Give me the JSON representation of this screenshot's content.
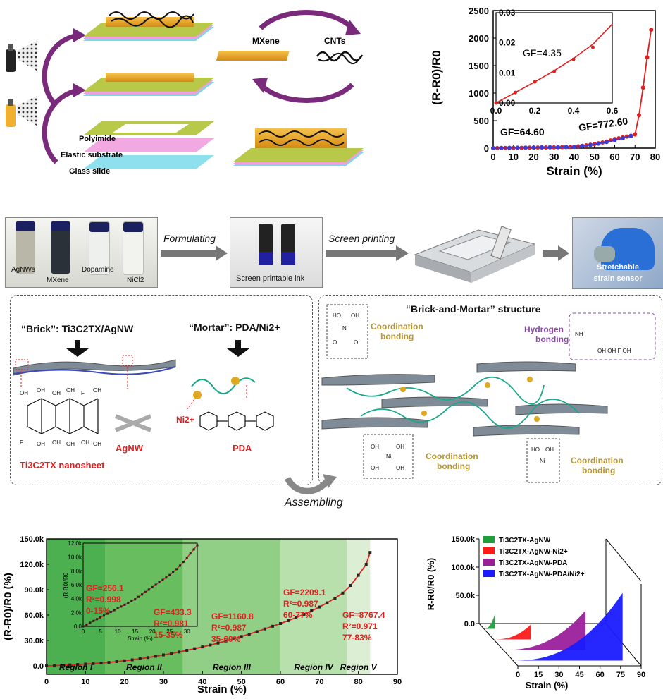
{
  "top": {
    "layer_labels": [
      "Polyimide",
      "Elastic  substrate",
      "Glass slide"
    ],
    "material_labels": [
      "MXene",
      "CNTs"
    ]
  },
  "top_chart": {
    "chart_data": {
      "type": "scatter",
      "xlabel": "Strain (%)",
      "ylabel": "(R-R0)/R0",
      "xlim": [
        0,
        80
      ],
      "ylim": [
        0,
        2500
      ],
      "xticks": [
        "0",
        "10",
        "20",
        "30",
        "40",
        "50",
        "60",
        "70",
        "80"
      ],
      "yticks": [
        "0",
        "500",
        "1000",
        "1500",
        "2000",
        "2500"
      ],
      "series": [
        {
          "color": "#e02020",
          "x": [
            0,
            2,
            4,
            6,
            8,
            10,
            12,
            14,
            16,
            18,
            20,
            22,
            24,
            26,
            28,
            30,
            32,
            34,
            36,
            38,
            40,
            42,
            44,
            46,
            48,
            50,
            52,
            54,
            56,
            58,
            60,
            62,
            64,
            66,
            68,
            70,
            72,
            74,
            76,
            78
          ],
          "y": [
            0,
            1,
            2,
            3,
            4,
            5,
            6,
            7,
            8,
            9,
            10,
            11,
            12,
            13,
            14,
            15,
            17,
            19,
            21,
            23,
            26,
            33,
            42,
            51,
            62,
            74,
            88,
            103,
            120,
            140,
            165,
            180,
            195,
            210,
            225,
            250,
            600,
            1100,
            1650,
            2150
          ]
        },
        {
          "color": "#3b3bd8",
          "x": [
            0,
            4,
            8,
            12,
            16,
            20,
            24,
            28,
            32,
            36,
            40,
            44,
            48,
            52,
            56,
            60,
            64,
            68
          ],
          "y": [
            2,
            4,
            6,
            8,
            10,
            12,
            14,
            16,
            18,
            20,
            24,
            38,
            58,
            82,
            110,
            145,
            180,
            220
          ]
        }
      ],
      "annotations": [
        "GF=64.60",
        "GF=772.60"
      ],
      "inset": {
        "xlim": [
          0,
          0.6
        ],
        "ylim": [
          0,
          0.03
        ],
        "xticks": [
          "0.0",
          "0.2",
          "0.4",
          "0.6"
        ],
        "yticks": [
          "0.00",
          "0.01",
          "0.02",
          "0.03"
        ],
        "x": [
          0,
          0.1,
          0.2,
          0.3,
          0.4,
          0.5
        ],
        "y": [
          0,
          0.0035,
          0.007,
          0.0105,
          0.0145,
          0.0185
        ],
        "fit_x": [
          0,
          0.1,
          0.2,
          0.3,
          0.4,
          0.5,
          0.6
        ],
        "fit_y": [
          0,
          0.0035,
          0.007,
          0.0107,
          0.0148,
          0.0195,
          0.0262
        ],
        "annotation": "GF=4.35"
      }
    }
  },
  "process": {
    "vial_labels": [
      "AgNWs",
      "MXene",
      "Dopamine",
      "NiCl2"
    ],
    "arrow1": "Formulating",
    "ink_label": "Screen printable ink",
    "arrow2": "Screen printing",
    "sensor_label_1": "Stretchable",
    "sensor_label_2": "strain sensor"
  },
  "brick_mortar": {
    "brick_title": "“Brick”: Ti3C2TX/AgNW",
    "mortar_title": "“Mortar”: PDA/Ni2+",
    "nanosheet_label": "Ti3C2TX nanosheet",
    "agnw_label": "AgNW",
    "ni_label": "Ni2+",
    "pda_label": "PDA",
    "structure_title": "“Brick-and-Mortar” structure",
    "coordination_1": "Coordination",
    "coordination_2": "bonding",
    "hydrogen_1": "Hydrogen",
    "hydrogen_2": "bonding",
    "assembling": "Assembling"
  },
  "bottom_left_chart": {
    "chart_data": {
      "type": "line",
      "xlabel": "Strain (%)",
      "ylabel": "(R-R0)/R0 (%)",
      "xlim": [
        0,
        90
      ],
      "ylim": [
        -10000,
        150000
      ],
      "xticks": [
        "0",
        "10",
        "20",
        "30",
        "40",
        "50",
        "60",
        "70",
        "80",
        "90"
      ],
      "yticks": [
        "0.0",
        "30.0k",
        "60.0k",
        "90.0k",
        "120.0k",
        "150.0k"
      ],
      "regions": [
        {
          "name": "Region I",
          "from": 0,
          "to": 15,
          "gf": "GF=256.1",
          "r2": "R",
          "r2v": "=0.998",
          "range": "0-15%"
        },
        {
          "name": "Region II",
          "from": 15,
          "to": 35,
          "gf": "GF=433.3",
          "r2": "R",
          "r2v": "=0.981",
          "range": "15-35%"
        },
        {
          "name": "Region III",
          "from": 35,
          "to": 60,
          "gf": "GF=1160.8",
          "r2": "R",
          "r2v": "=0.987",
          "range": "35-60%"
        },
        {
          "name": "Region IV",
          "from": 60,
          "to": 77,
          "gf": "GF=2209.1",
          "r2": "R",
          "r2v": "=0.987",
          "range": "60-77%"
        },
        {
          "name": "Region V",
          "from": 77,
          "to": 83,
          "gf": "GF=8767.4",
          "r2": "R",
          "r2v": "=0.971",
          "range": "77-83%"
        }
      ],
      "x": [
        0,
        2,
        4,
        6,
        8,
        10,
        12,
        14,
        16,
        18,
        20,
        22,
        24,
        26,
        28,
        30,
        32,
        34,
        36,
        38,
        40,
        42,
        44,
        46,
        48,
        50,
        52,
        54,
        56,
        58,
        60,
        62,
        64,
        66,
        68,
        70,
        72,
        74,
        76,
        78,
        80,
        82,
        83
      ],
      "y": [
        0,
        300,
        700,
        1100,
        1600,
        2100,
        2700,
        3300,
        4100,
        5000,
        6000,
        7100,
        8400,
        9800,
        11300,
        12900,
        14600,
        16400,
        18300,
        20300,
        22400,
        24600,
        26900,
        29400,
        32000,
        34700,
        37500,
        40500,
        43600,
        46800,
        50000,
        53400,
        57000,
        60800,
        65000,
        69500,
        74500,
        80000,
        86000,
        95000,
        107000,
        120000,
        134000
      ],
      "inset": {
        "xlabel": "Strain (%)",
        "ylabel": "(R-R0)/R0",
        "xlim": [
          0,
          33
        ],
        "ylim": [
          0,
          12000
        ],
        "xticks": [
          "0",
          "5",
          "10",
          "15",
          "20",
          "25",
          "30"
        ],
        "yticks": [
          "0.0",
          "2.0k",
          "4.0k",
          "6.0k",
          "8.0k",
          "10.0k",
          "12.0k"
        ],
        "x": [
          0,
          1,
          2,
          3,
          4,
          5,
          6,
          7,
          8,
          9,
          10,
          11,
          12,
          13,
          14,
          15,
          16,
          17,
          18,
          19,
          20,
          21,
          22,
          23,
          24,
          25,
          26,
          27,
          28,
          29,
          30,
          31,
          32,
          33
        ],
        "y": [
          0,
          260,
          520,
          780,
          1040,
          1300,
          1560,
          1820,
          2080,
          2340,
          2600,
          2860,
          3120,
          3380,
          3640,
          3900,
          4250,
          4600,
          4950,
          5300,
          5650,
          6000,
          6350,
          6700,
          7050,
          7400,
          7800,
          8250,
          8750,
          9300,
          9900,
          10500,
          11100,
          11700
        ]
      }
    }
  },
  "bottom_right_chart": {
    "chart_data": {
      "type": "area",
      "xlabel": "Strain (%)",
      "ylabel": "R-R0/R0 (%)",
      "xlim": [
        0,
        90
      ],
      "ylim": [
        0,
        150000
      ],
      "xticks": [
        "0",
        "15",
        "30",
        "45",
        "60",
        "75",
        "90"
      ],
      "yticks": [
        "0.0",
        "50.0k",
        "100.0k",
        "150.0k"
      ],
      "series": [
        {
          "name": "Ti3C2TX-AgNW",
          "color": "#1e9e3a",
          "xmax": 8,
          "ymax": 26000
        },
        {
          "name": "Ti3C2TX-AgNW-Ni2+",
          "color": "#ff1a1a",
          "xmax": 27,
          "ymax": 26000
        },
        {
          "name": "Ti3C2TX-AgNW-PDA",
          "color": "#9b1f9b",
          "xmax": 60,
          "ymax": 70000
        },
        {
          "name": "Ti3C2TX-AgNW-PDA/Ni2+",
          "color": "#1a1aff",
          "xmax": 80,
          "ymax": 120000
        }
      ]
    }
  }
}
